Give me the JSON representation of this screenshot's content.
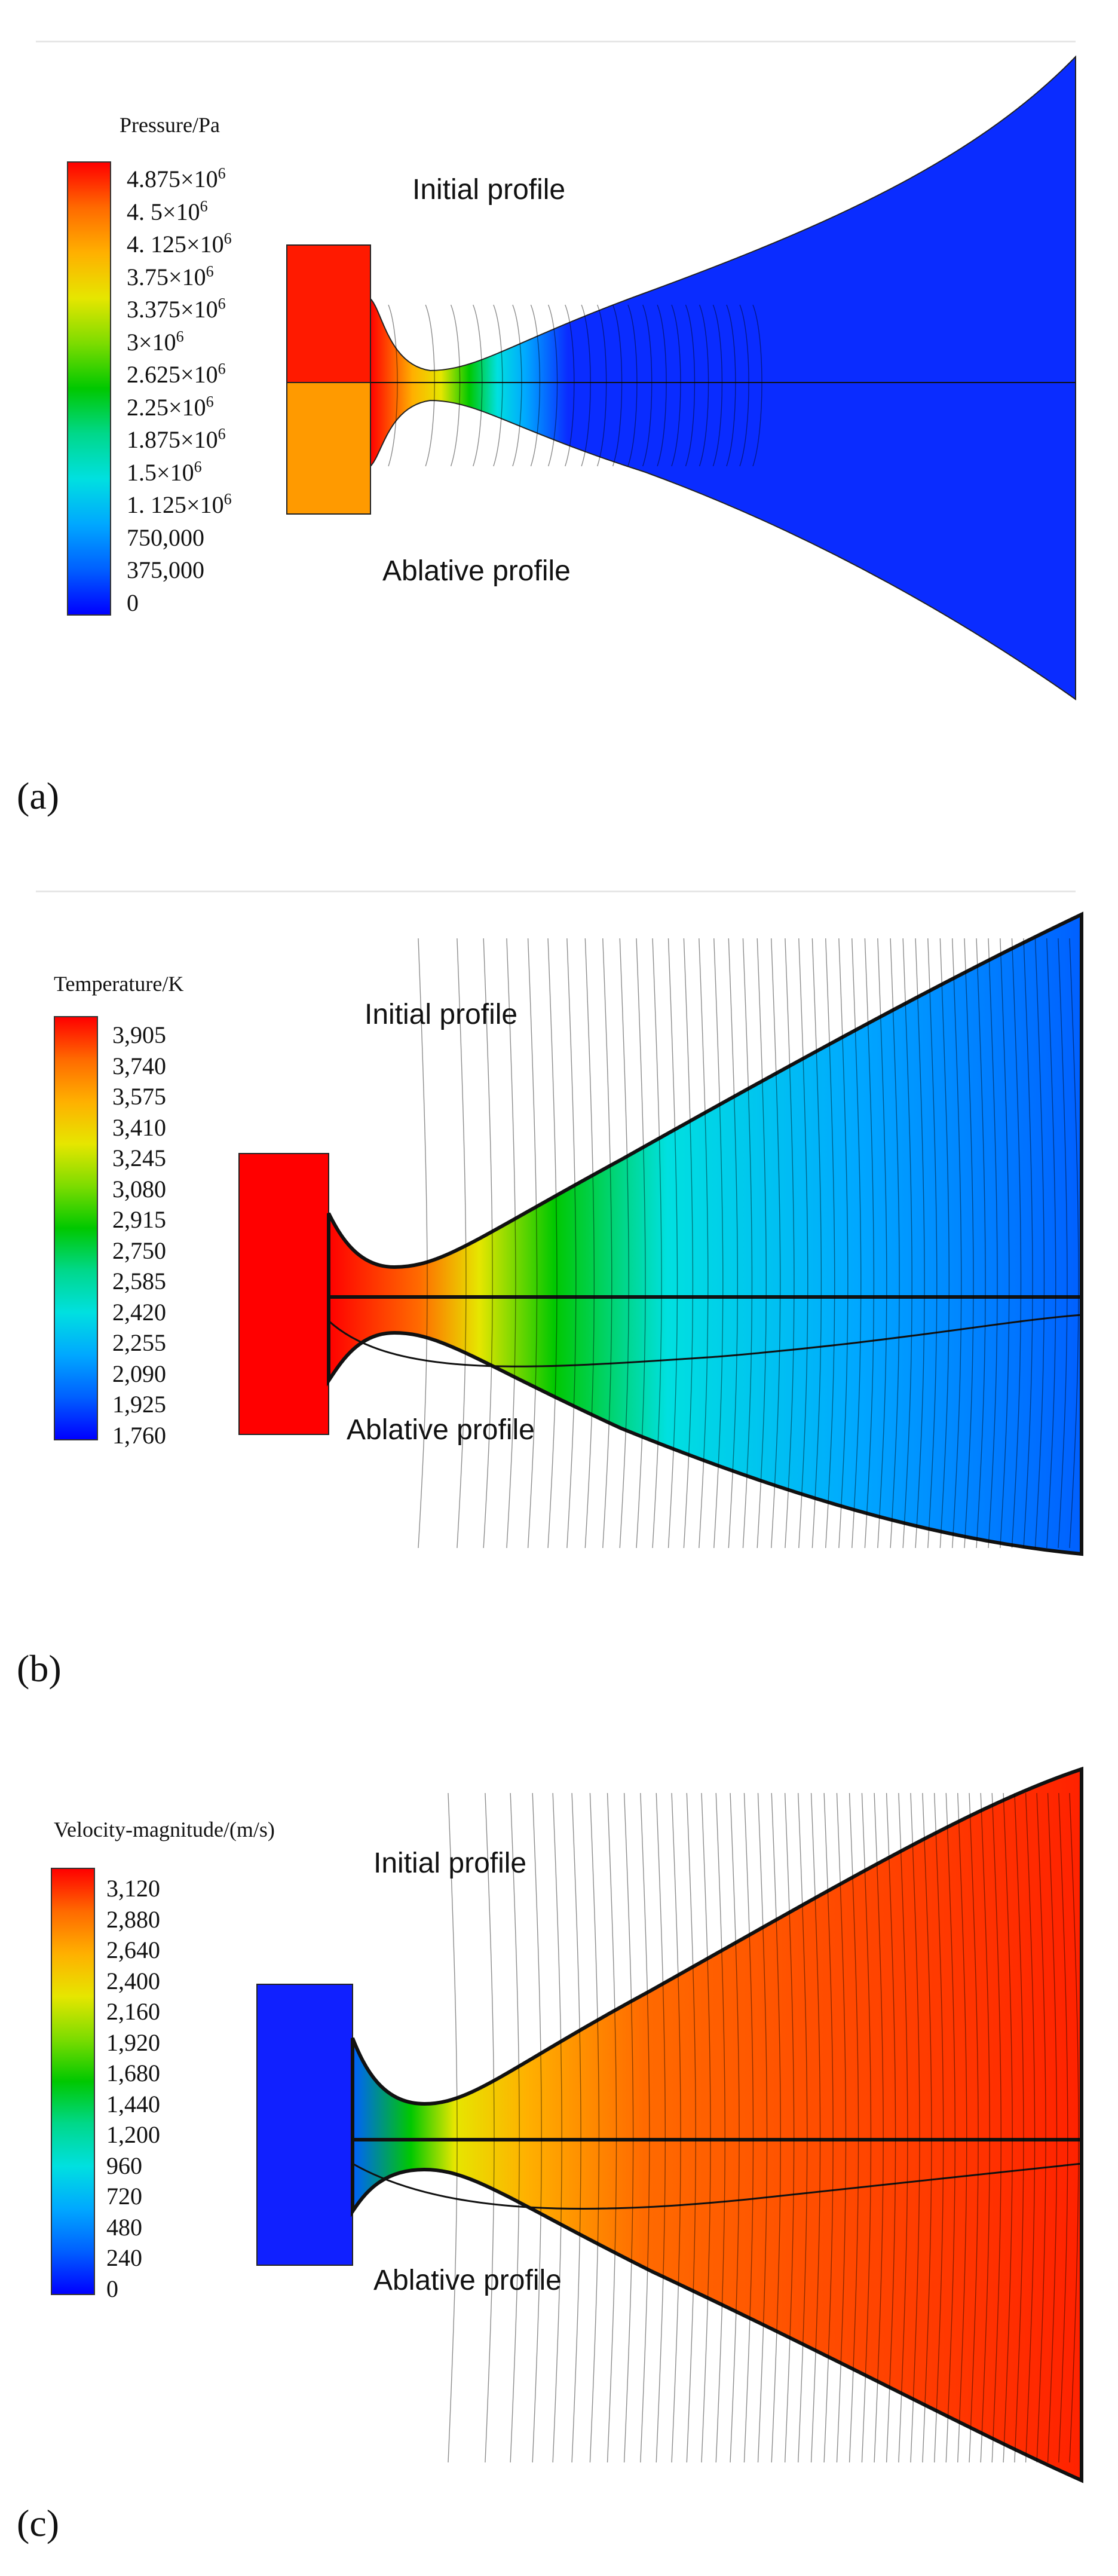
{
  "panels": [
    {
      "label": "(a)",
      "colorbar_title": "Pressure/Pa",
      "ticks": [
        {
          "mant": "4.875",
          "mul": "×",
          "base": "10",
          "exp": "6"
        },
        {
          "mant": "4. 5",
          "mul": "×",
          "base": "10",
          "exp": "6"
        },
        {
          "mant": "4. 125",
          "mul": "×",
          "base": "10",
          "exp": "6"
        },
        {
          "mant": "3.75",
          "mul": "×",
          "base": "10",
          "exp": "6"
        },
        {
          "mant": "3.375",
          "mul": "×",
          "base": "10",
          "exp": "6"
        },
        {
          "mant": "3",
          "mul": "×",
          "base": "10",
          "exp": "6"
        },
        {
          "mant": "2.625",
          "mul": "×",
          "base": "10",
          "exp": "6"
        },
        {
          "mant": "2.25",
          "mul": "×",
          "base": "10",
          "exp": "6"
        },
        {
          "mant": "1.875",
          "mul": "×",
          "base": "10",
          "exp": "6"
        },
        {
          "mant": "1.5",
          "mul": "×",
          "base": "10",
          "exp": "6"
        },
        {
          "mant": "1. 125",
          "mul": "×",
          "base": "10",
          "exp": "6"
        },
        {
          "mant": "750,000",
          "mul": "",
          "base": "",
          "exp": ""
        },
        {
          "mant": "375,000",
          "mul": "",
          "base": "",
          "exp": ""
        },
        {
          "mant": "0",
          "mul": "",
          "base": "",
          "exp": ""
        }
      ],
      "initial_label": "Initial profile",
      "ablative_label": "Ablative profile"
    },
    {
      "label": "(b)",
      "colorbar_title": "Temperature/K",
      "ticks": [
        {
          "mant": "3,905"
        },
        {
          "mant": "3,740"
        },
        {
          "mant": "3,575"
        },
        {
          "mant": "3,410"
        },
        {
          "mant": "3,245"
        },
        {
          "mant": "3,080"
        },
        {
          "mant": "2,915"
        },
        {
          "mant": "2,750"
        },
        {
          "mant": "2,585"
        },
        {
          "mant": "2,420"
        },
        {
          "mant": "2,255"
        },
        {
          "mant": "2,090"
        },
        {
          "mant": "1,925"
        },
        {
          "mant": "1,760"
        }
      ],
      "initial_label": "Initial profile",
      "ablative_label": "Ablative profile"
    },
    {
      "label": "(c)",
      "colorbar_title": "Velocity-magnitude/(m/s)",
      "ticks": [
        {
          "mant": "3,120"
        },
        {
          "mant": "2,880"
        },
        {
          "mant": "2,640"
        },
        {
          "mant": "2,400"
        },
        {
          "mant": "2,160"
        },
        {
          "mant": "1,920"
        },
        {
          "mant": "1,680"
        },
        {
          "mant": "1,440"
        },
        {
          "mant": "1,200"
        },
        {
          "mant": "960"
        },
        {
          "mant": "720"
        },
        {
          "mant": "480"
        },
        {
          "mant": "240"
        },
        {
          "mant": "0"
        }
      ],
      "initial_label": "Initial profile",
      "ablative_label": "Ablative profile"
    }
  ],
  "colors": {
    "rainbow": [
      "#ff0000",
      "#ff6a00",
      "#ffb000",
      "#e6e600",
      "#7ddc00",
      "#00c800",
      "#00d88a",
      "#00e0e0",
      "#00a8ff",
      "#0060ff",
      "#0000ff"
    ],
    "chamber_pressure_initial": "#ff1a00",
    "chamber_pressure_ablative": "#ff9a00",
    "pressure_nozzle": "#0a2cff",
    "temperature_chamber": "#ff0000",
    "velocity_chamber": "#1020ff",
    "velocity_nozzle": "#ff3a00"
  }
}
